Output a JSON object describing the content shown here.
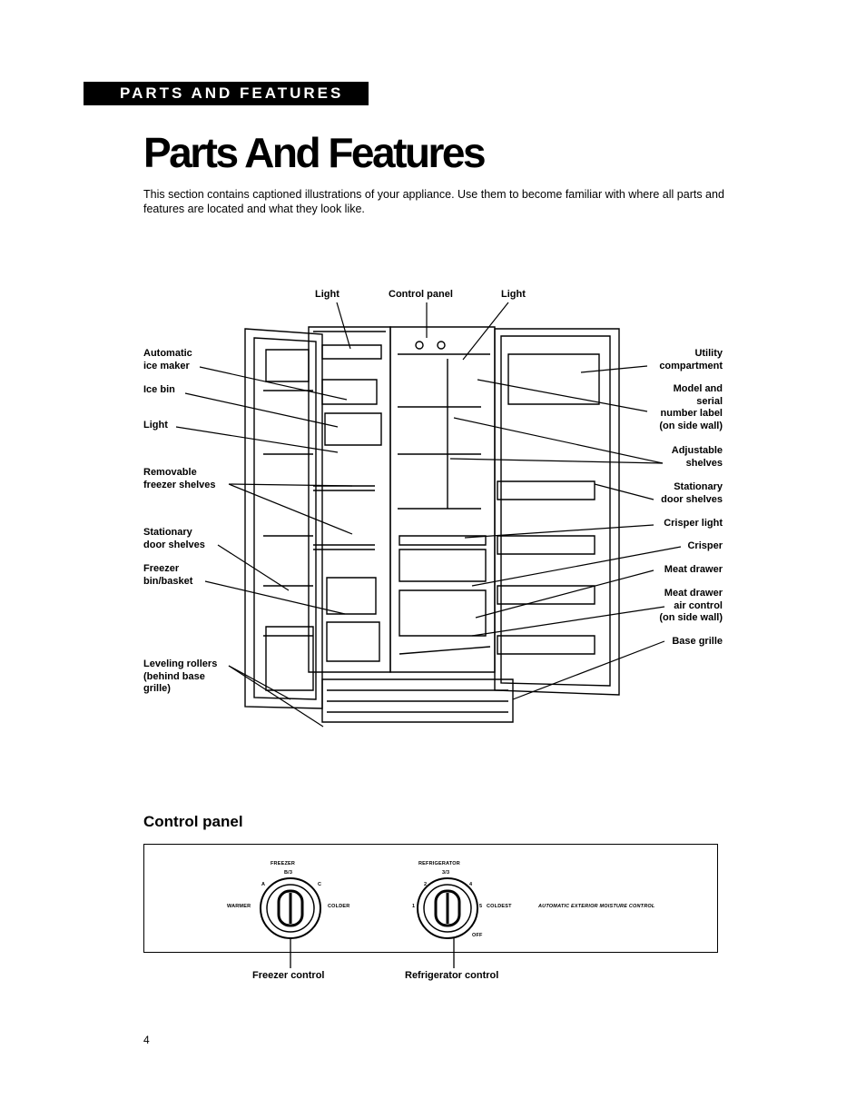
{
  "header": {
    "section_label": "PARTS AND FEATURES"
  },
  "title": "Parts And Features",
  "intro": "This section contains captioned illustrations of your appliance. Use them to become familiar with where all parts and features are located and what they look like.",
  "top_labels": {
    "light_left": "Light",
    "control_panel": "Control panel",
    "light_right": "Light"
  },
  "left_labels": {
    "automatic_ice_maker": "Automatic\nice maker",
    "ice_bin": "Ice bin",
    "light": "Light",
    "removable_freezer_shelves": "Removable\nfreezer shelves",
    "stationary_door_shelves": "Stationary\ndoor shelves",
    "freezer_bin_basket": "Freezer\nbin/basket",
    "leveling_rollers": "Leveling rollers\n(behind base\ngrille)"
  },
  "right_labels": {
    "utility_compartment": "Utility\ncompartment",
    "model_serial_label": "Model and\nserial\nnumber label\n(on side wall)",
    "adjustable_shelves": "Adjustable\nshelves",
    "stationary_door_shelves": "Stationary\ndoor shelves",
    "crisper_light": "Crisper light",
    "crisper": "Crisper",
    "meat_drawer": "Meat drawer",
    "meat_drawer_air_control": "Meat drawer\nair control\n(on side wall)",
    "base_grille": "Base grille"
  },
  "control_panel": {
    "heading": "Control panel",
    "freezer_dial": {
      "title": "FREEZER",
      "top": "B/3",
      "left_letter": "A",
      "right_letter": "C",
      "left_word": "WARMER",
      "right_word": "COLDER"
    },
    "fridge_dial": {
      "title": "REFRIGERATOR",
      "top": "3/3",
      "n1": "2",
      "n4": "4",
      "n1b": "1",
      "n5": "5",
      "right_word": "COLDEST",
      "off": "OFF"
    },
    "moisture_control": "AUTOMATIC EXTERIOR MOISTURE CONTROL",
    "freezer_caption": "Freezer control",
    "fridge_caption": "Refrigerator control"
  },
  "page_number": "4"
}
